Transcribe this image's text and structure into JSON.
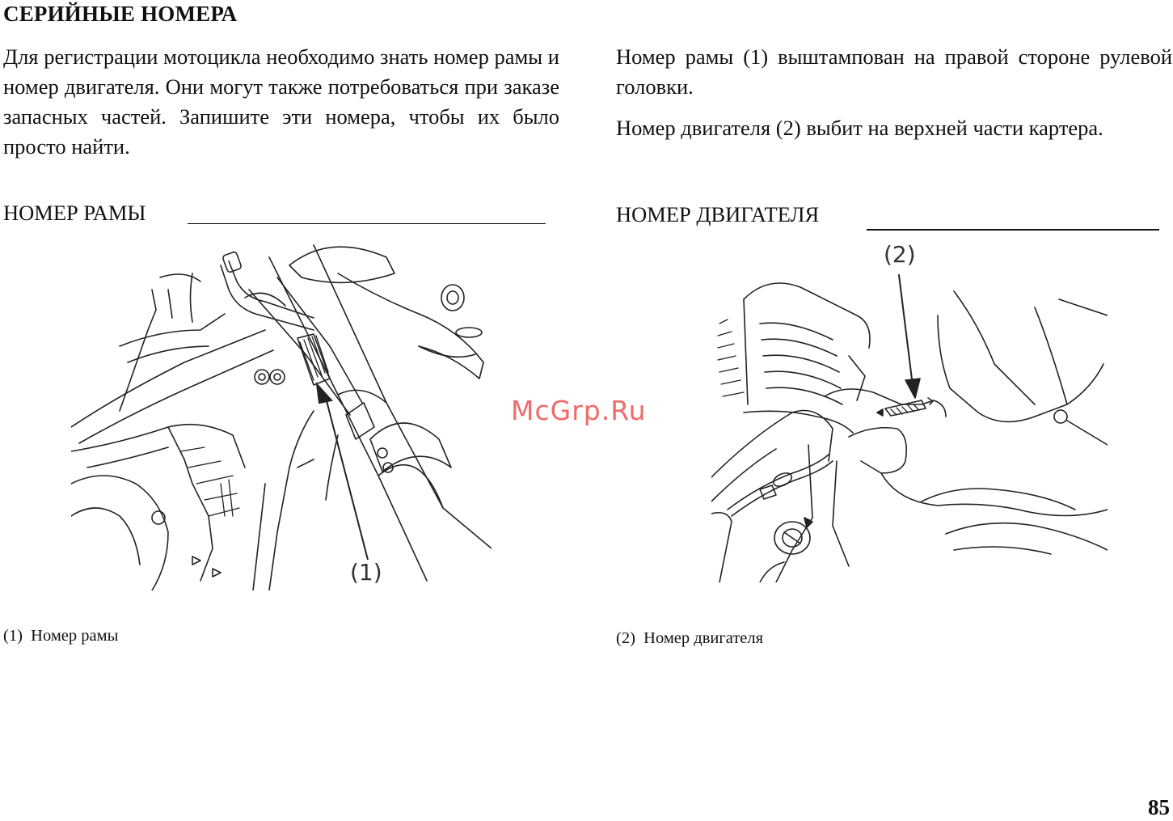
{
  "page": {
    "title": "СЕРИЙНЫЕ НОМЕРА",
    "intro_paragraph": "Для регистрации мотоцикла необходимо знать номер рамы и номер двигателя. Они могут также потребоваться при заказе запасных частей. Запишите эти номера, чтобы их было просто найти.",
    "frame_paragraph": "Номер рамы (1) выштампован на правой стороне рулевой головки.",
    "engine_paragraph": "Номер двигателя (2) выбит на верхней части картера.",
    "frame_field_label": "НОМЕР РАМЫ",
    "engine_field_label": "НОМЕР ДВИГАТЕЛЯ",
    "page_number": "85"
  },
  "figures": {
    "frame": {
      "callout": "(1)",
      "caption": "(1)  Номер рамы",
      "icon": "frame-steering-head-illustration"
    },
    "engine": {
      "callout": "(2)",
      "caption": "(2)  Номер двигателя",
      "icon": "engine-crankcase-illustration"
    }
  },
  "watermark": {
    "text": "McGrp.Ru",
    "color": "#ee6b6b"
  }
}
